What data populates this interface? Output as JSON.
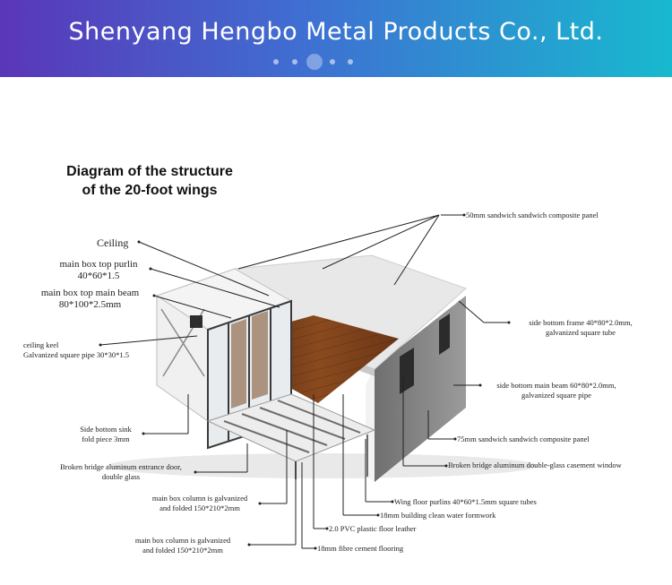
{
  "banner": {
    "company": "Shenyang Hengbo Metal Products Co., Ltd.",
    "gradient": [
      "#5a36b8",
      "#18b9cf"
    ]
  },
  "diagram": {
    "title_line1": "Diagram of the structure",
    "title_line2": "of the 20-foot wings",
    "labels": {
      "ceiling": "Ceiling",
      "top_purlin_1": "main box top purlin",
      "top_purlin_2": "40*60*1.5",
      "top_beam_1": "main box top main beam",
      "top_beam_2": "80*100*2.5mm",
      "ceiling_keel_1": "ceiling keel",
      "ceiling_keel_2": "Galvanized square pipe 30*30*1.5",
      "sink_1": "Side bottom sink",
      "sink_2": "fold piece 3mm",
      "door_1": "Broken bridge aluminum entrance door,",
      "door_2": "double glass",
      "column_a_1": "main box column is galvanized",
      "column_a_2": "and folded 150*210*2mm",
      "column_b_1": "main box column is galvanized",
      "column_b_2": "and folded 150*210*2mm",
      "roof_panel": "50mm sandwich sandwich composite panel",
      "frame_1": "side bottom frame 40*80*2.0mm,",
      "frame_2": "galvanized square tube",
      "main_beam_1": "side bottom main beam 60*80*2.0mm,",
      "main_beam_2": "galvanized square pipe",
      "wall_panel": "75mm sandwich sandwich composite panel",
      "window": "Broken bridge aluminum double-glass casement window",
      "floor_purlins": "Wing floor purlins 40*60*1.5mm square tubes",
      "formwork": "18mm building clean water formwork",
      "floor_leather": "2.0 PVC plastic floor leather",
      "cement_floor": "18mm fibre cement flooring"
    }
  }
}
